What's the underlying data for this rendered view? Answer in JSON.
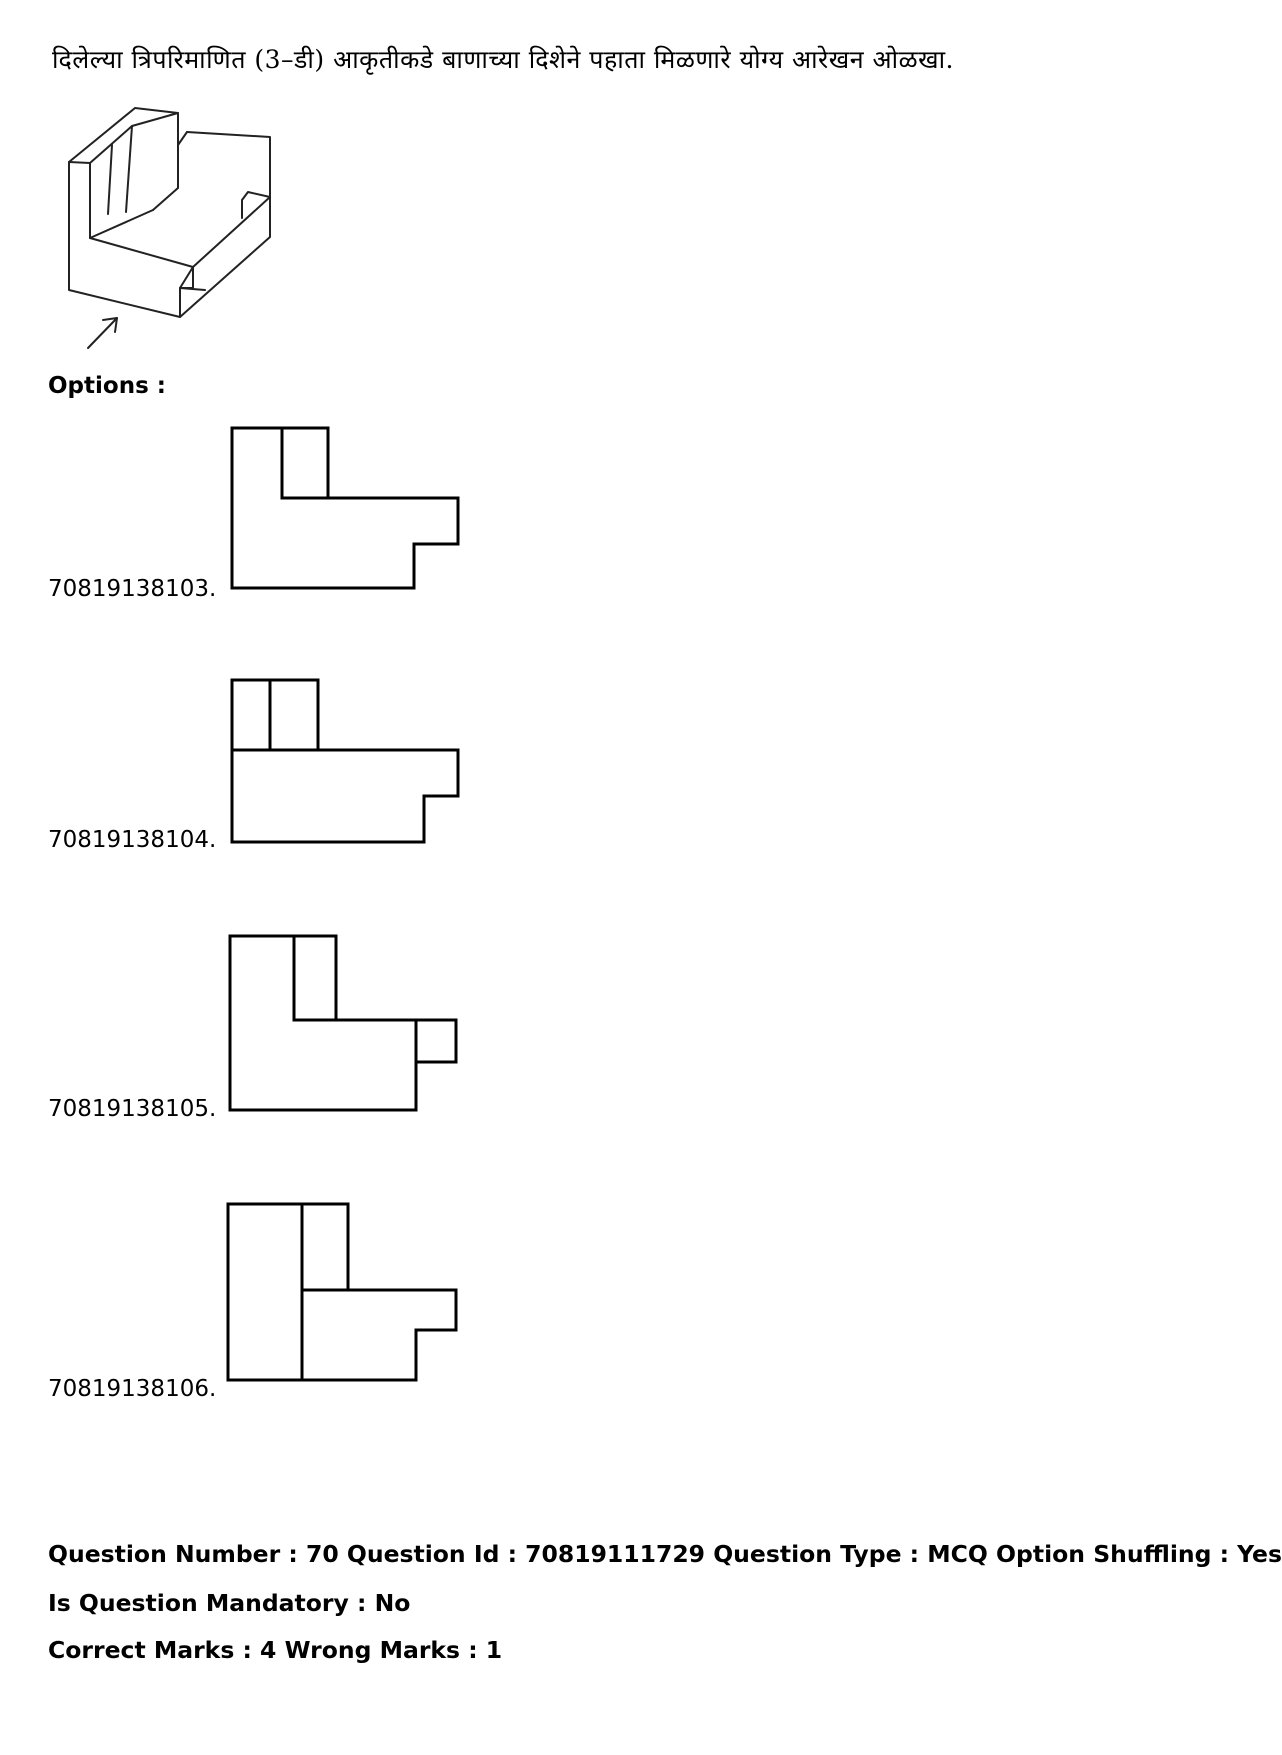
{
  "question": {
    "text": "दिलेल्या त्रिपरिमाणित (3–डी) आकृतीकडे बाणाच्या दिशेने पहाता मिळणारे योग्य आरेखन ओळखा."
  },
  "options_heading": "Options :",
  "options": [
    {
      "id": "70819138103."
    },
    {
      "id": "70819138104."
    },
    {
      "id": "70819138105."
    },
    {
      "id": "70819138106."
    }
  ],
  "meta": {
    "line1": "Question Number : 70 Question Id : 70819111729 Question Type : MCQ Option Shuffling : Yes",
    "line2": "Is Question Mandatory : No",
    "line3": "Correct Marks : 4 Wrong Marks : 1"
  }
}
